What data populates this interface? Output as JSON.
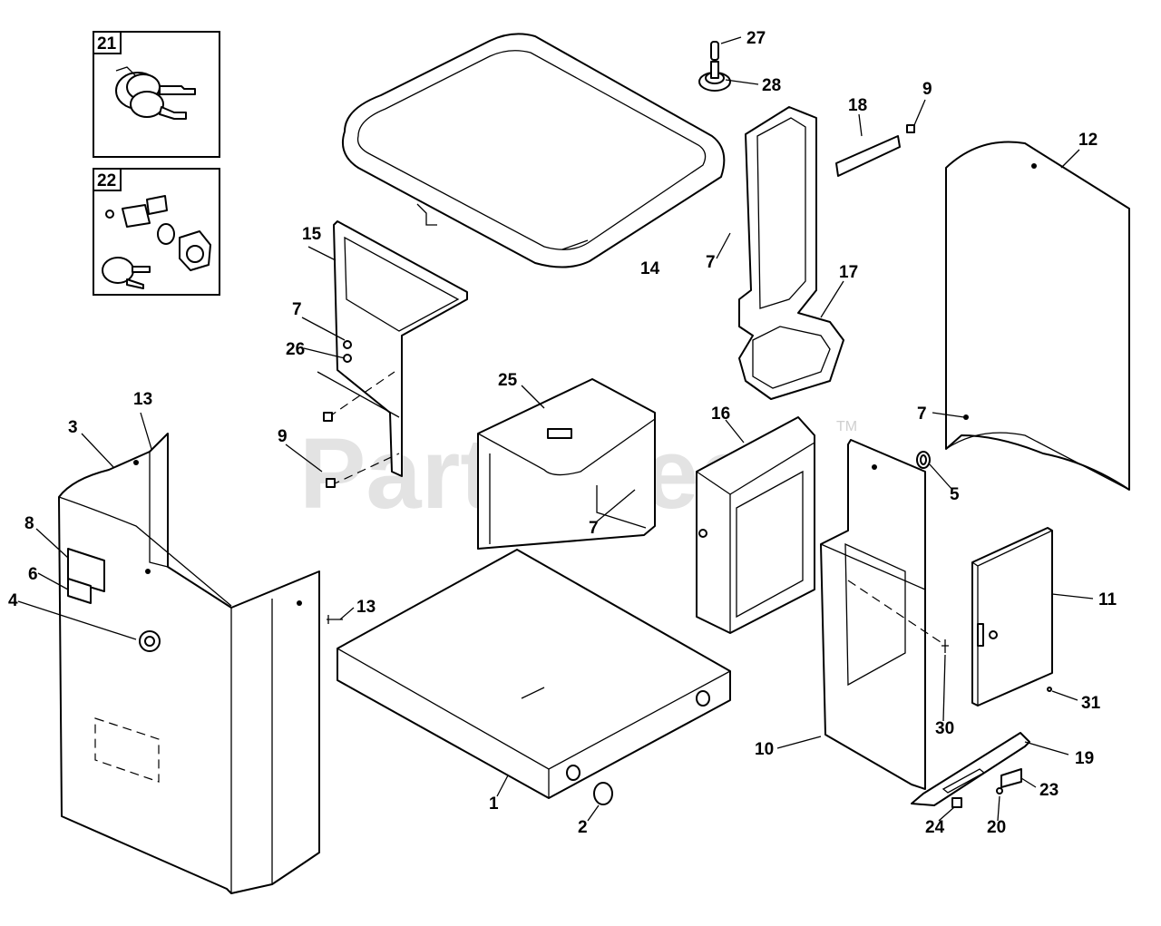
{
  "watermark": {
    "text": "PartsTree",
    "trademark": "TM"
  },
  "inset_boxes": [
    {
      "label": "21",
      "content": "key-set"
    },
    {
      "label": "22",
      "content": "lock-kit"
    }
  ],
  "callouts": [
    "1",
    "2",
    "3",
    "4",
    "5",
    "6",
    "7",
    "8",
    "9",
    "10",
    "11",
    "12",
    "13",
    "14",
    "15",
    "16",
    "17",
    "18",
    "19",
    "20",
    "23",
    "24",
    "25",
    "26",
    "27",
    "28",
    "30",
    "31"
  ],
  "callouts_repeated": {
    "7": [
      "7",
      "7",
      "7",
      "7"
    ],
    "9": [
      "9",
      "9"
    ],
    "13": [
      "13",
      "13"
    ]
  }
}
